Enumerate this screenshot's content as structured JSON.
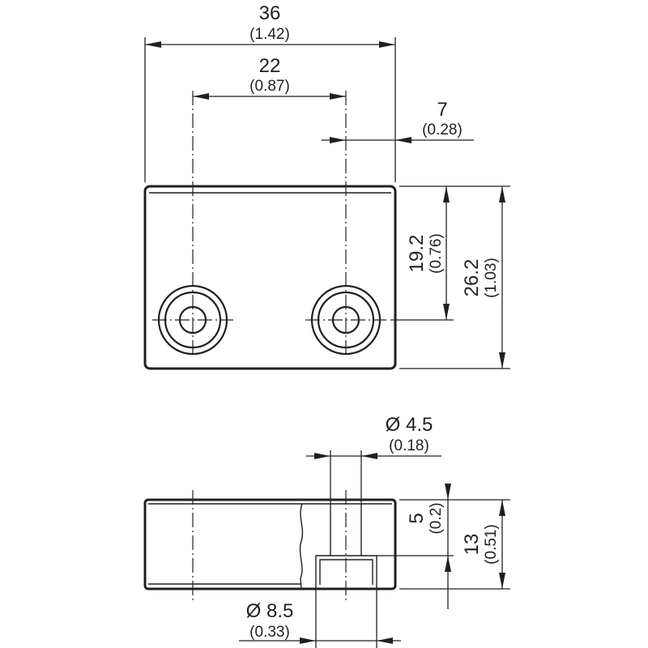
{
  "colors": {
    "line": "#231f20",
    "background": "#ffffff"
  },
  "dimensions": {
    "overall_width": {
      "value": "36",
      "inch": "(1.42)"
    },
    "hole_spacing": {
      "value": "22",
      "inch": "(0.87)"
    },
    "hole_edge_offset": {
      "value": "7",
      "inch": "(0.28)"
    },
    "hole_height": {
      "value": "19.2",
      "inch": "(0.76)"
    },
    "overall_height": {
      "value": "26.2",
      "inch": "(1.03)"
    },
    "bore_diameter": {
      "value": "Ø 4.5",
      "inch": "(0.18)"
    },
    "counterbore_diameter": {
      "value": "Ø 8.5",
      "inch": "(0.33)"
    },
    "counterbore_depth": {
      "value": "5",
      "inch": "(0.2)"
    },
    "thickness": {
      "value": "13",
      "inch": "(0.51)"
    }
  }
}
